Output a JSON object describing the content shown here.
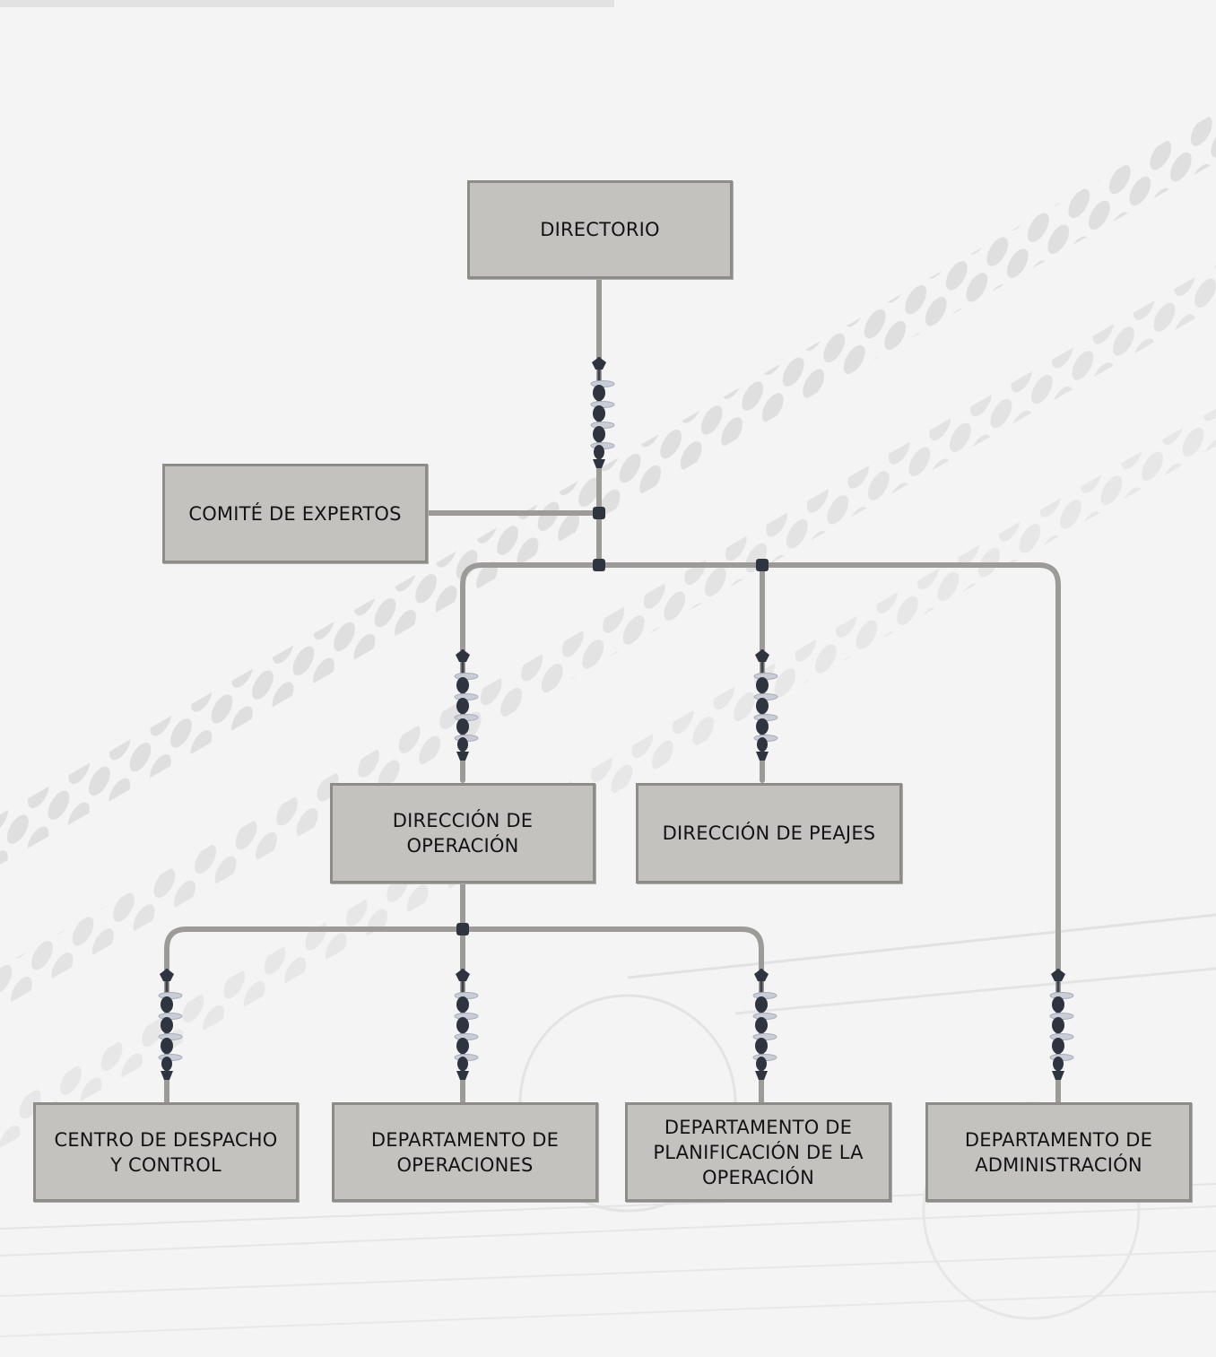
{
  "diagram": {
    "nodes": {
      "directorio": "DIRECTORIO",
      "comite": "COMITÉ DE EXPERTOS",
      "dir_operacion": "DIRECCIÓN DE\nOPERACIÓN",
      "dir_peajes": "DIRECCIÓN DE PEAJES",
      "centro_despacho": "CENTRO DE DESPACHO\nY CONTROL",
      "depto_operaciones": "DEPARTAMENTO DE\nOPERACIONES",
      "depto_planificacion": "DEPARTAMENTO DE\nPLANIFICACIÓN DE LA\nOPERACIÓN",
      "depto_administracion": "DEPARTAMENTO DE\nADMINISTRACIÓN"
    },
    "edges": [
      [
        "directorio",
        "dir_operacion"
      ],
      [
        "directorio",
        "dir_peajes"
      ],
      [
        "directorio",
        "depto_administracion"
      ],
      [
        "comite",
        "directorio"
      ],
      [
        "dir_operacion",
        "centro_despacho"
      ],
      [
        "dir_operacion",
        "depto_operaciones"
      ],
      [
        "dir_operacion",
        "depto_planificacion"
      ]
    ],
    "connector_icon": "insulator-icon",
    "colors": {
      "box_fill": "#c4c2be",
      "box_border": "#8d8c89",
      "line": "#9c9b98",
      "insulator_dark": "#2f3540",
      "insulator_disc": "#c8ccd6"
    }
  }
}
